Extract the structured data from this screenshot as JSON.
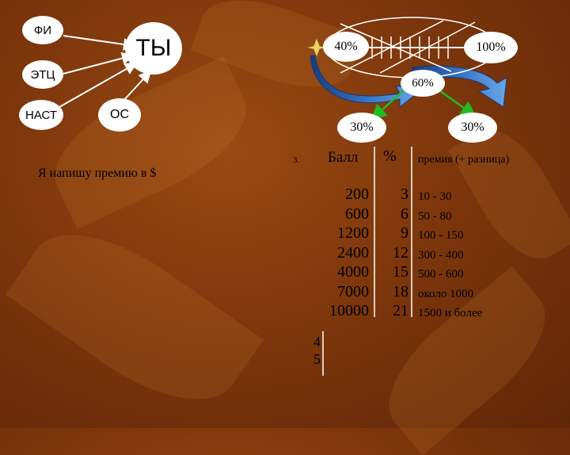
{
  "colors": {
    "background": "#7e370c",
    "circle_fill": "#ffffff",
    "line": "#ffffff",
    "arrow_green": "#22bb22",
    "arrow_fill_dark": "#1a3a7a",
    "arrow_fill_light": "#6aa7e6"
  },
  "nodes": {
    "fi": "ФИ",
    "ty": "ТЫ",
    "etc": "ЭТЦ",
    "nast": "НАСТ",
    "os": "ОС"
  },
  "percents": {
    "p40": "40%",
    "p100": "100%",
    "p60": "60%",
    "p30_left": "30%",
    "p30_right": "30%"
  },
  "note": "Я напишу премию в $",
  "table": {
    "row_marker": "3.",
    "header_score": "Балл",
    "header_percent": "%",
    "header_bonus": "премия (+ разница)",
    "scores": [
      "200",
      "600",
      "1200",
      "2400",
      "4000",
      "7000",
      "10000"
    ],
    "percents": [
      "3",
      "6",
      "9",
      "12",
      "15",
      "18",
      "21"
    ],
    "bonuses": [
      "10 - 30",
      "50 - 80",
      "100 - 150",
      "300 - 400",
      "500 - 600",
      "около 1000",
      "1500 и более"
    ]
  },
  "footer_numbers": [
    "4",
    "5"
  ]
}
